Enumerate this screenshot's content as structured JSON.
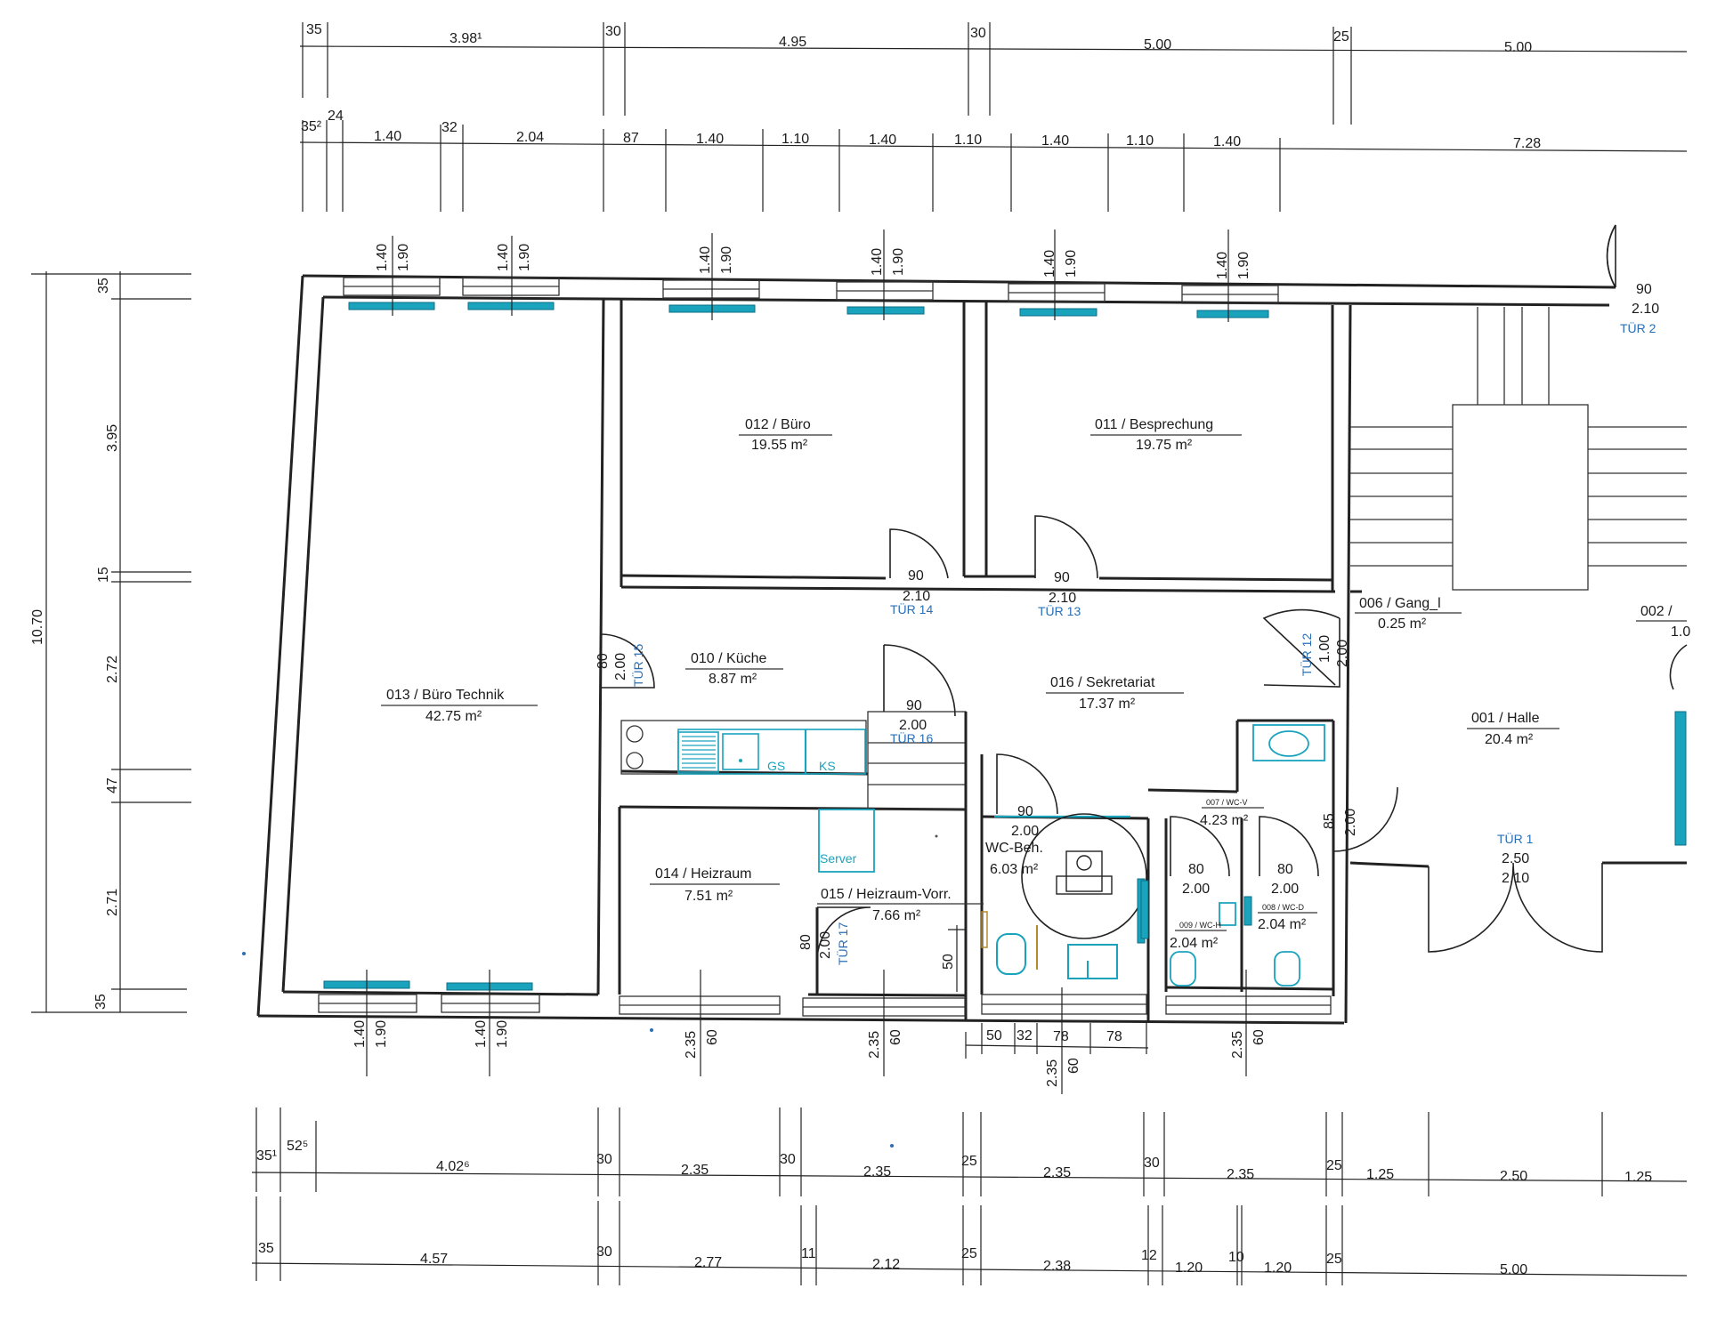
{
  "top_dims": {
    "row1": [
      "35",
      "3.98¹",
      "30",
      "4.95",
      "30",
      "5.00",
      "25",
      "5.00"
    ],
    "row2": [
      "35²",
      "24",
      "1.40",
      "32",
      "2.04",
      "87",
      "1.40",
      "1.10",
      "1.40",
      "1.10",
      "1.40",
      "1.10",
      "1.40",
      "7.28"
    ]
  },
  "left_dims": [
    "10.70",
    "35",
    "3.95",
    "15",
    "2.72",
    "47",
    "2.71",
    "35"
  ],
  "bottom_dims": {
    "row1": [
      "35¹",
      "52⁵",
      "4.02⁶",
      "30",
      "2.35",
      "30",
      "2.35",
      "25",
      "2.35",
      "30",
      "2.35",
      "25",
      "1.25",
      "2.50",
      "1.25"
    ],
    "row2": [
      "35",
      "4.57",
      "30",
      "2.77",
      "11",
      "2.12",
      "25",
      "2.38",
      "12",
      "1.20",
      "10",
      "1.20",
      "25",
      "5.00"
    ]
  },
  "wc_dims": [
    "50",
    "32",
    "78",
    "78"
  ],
  "rooms": {
    "r013": {
      "name": "013 / Büro Technik",
      "area": "42.75 m²"
    },
    "r012": {
      "name": "012 / Büro",
      "area": "19.55 m²"
    },
    "r011": {
      "name": "011 / Besprechung",
      "area": "19.75 m²"
    },
    "r010": {
      "name": "010 / Küche",
      "area": "8.87 m²"
    },
    "r016": {
      "name": "016 / Sekretariat",
      "area": "17.37 m²"
    },
    "r006": {
      "name": "006 / Gang_l",
      "area": "0.25 m²"
    },
    "r002": {
      "name": "002 /",
      "area": "1.0"
    },
    "r001": {
      "name": "001 / Halle",
      "area": "20.4 m²"
    },
    "r014": {
      "name": "014 / Heizraum",
      "area": "7.51 m²"
    },
    "r015": {
      "name": "015 / Heizraum-Vorr.",
      "area": "7.66 m²"
    },
    "rwcbeh": {
      "name": "WC-Beh.",
      "area": "6.03 m²"
    },
    "r007": {
      "name": "007 / WC-V",
      "area": "4.23 m²"
    },
    "r009": {
      "name": "009 / WC-H",
      "area": "2.04 m²"
    },
    "r008": {
      "name": "008 / WC-D",
      "area": "2.04 m²"
    }
  },
  "fixtures": {
    "gs": "GS",
    "ks": "KS",
    "server": "Server"
  },
  "doors": {
    "t14": {
      "w": "90",
      "h": "2.10",
      "label": "TÜR 14"
    },
    "t13": {
      "w": "90",
      "h": "2.10",
      "label": "TÜR 13"
    },
    "t2": {
      "w": "90",
      "h": "2.10",
      "label": "TÜR 2"
    },
    "t15": {
      "w": "80",
      "h": "2.00",
      "label": "TÜR 15"
    },
    "t16": {
      "w": "90",
      "h": "2.00",
      "label": "TÜR 16"
    },
    "t12": {
      "w": "1.00",
      "h": "2.00",
      "label": "TÜR 12"
    },
    "t17": {
      "w": "80",
      "h": "2.00",
      "label": "TÜR 17"
    },
    "twcbeh": {
      "w": "90",
      "h": "2.00"
    },
    "t1": {
      "w": "2.50",
      "h": "2.10",
      "label": "TÜR 1"
    },
    "twcv": {
      "w": "85",
      "h": "2.00"
    },
    "twch": {
      "w": "80",
      "h": "2.00"
    },
    "twcd": {
      "w": "80",
      "h": "2.00"
    }
  },
  "windows": {
    "top_w": "1.40",
    "top_h": "1.90",
    "bottom_w": "1.40",
    "bottom_h": "1.90",
    "sill_a": "2.35",
    "sill_b": "60"
  },
  "misc": {
    "sill_50": "50"
  }
}
